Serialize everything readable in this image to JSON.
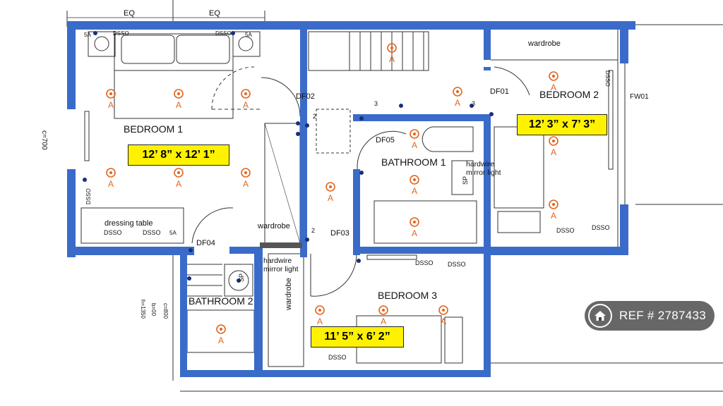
{
  "top_labels": [
    "EQ",
    "EQ"
  ],
  "side_note": "c=700",
  "rooms": {
    "bedroom1": "BEDROOM  1",
    "bedroom2": "BEDROOM  2",
    "bedroom3": "BEDROOM  3",
    "bathroom1": "BATHROOM 1",
    "bathroom2": "BATHROOM 2"
  },
  "dimensions": {
    "bedroom1": "12’ 8” x 12’ 1”",
    "bedroom2": "12’ 3” x 7’ 3”",
    "bedroom3": "11’ 5” x 6’ 2”"
  },
  "doors": [
    "DF01",
    "DF02",
    "DF03",
    "DF04",
    "DF05"
  ],
  "fixtures": {
    "wardrobe": "wardrobe",
    "dressing_table": "dressing table",
    "hardwire_mirror_light": "hardwire mirror light",
    "fw01": "FW01",
    "dsso": "DSSO",
    "socket_5a": "5A",
    "light_marker": "A",
    "sp": "SP",
    "circuit_2": "2",
    "circuit_3": "3"
  },
  "side_stack": [
    "c=800",
    "b=00",
    "h=1350"
  ],
  "ref_badge": {
    "icon": "home-icon",
    "text": "REF # 2787433"
  },
  "colors": {
    "wall": "#3a6bc9",
    "dim_box": "#fff200",
    "light_marker": "#e0651d",
    "socket": "#1a2f7a",
    "badge_bg": "#464646"
  }
}
